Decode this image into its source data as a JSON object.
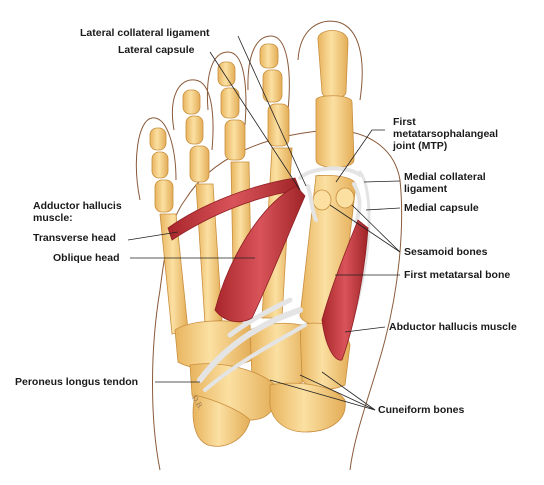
{
  "labels": {
    "lateral_collateral_ligament": "Lateral collateral ligament",
    "lateral_capsule": "Lateral capsule",
    "first_mtp_line1": "First",
    "first_mtp_line2": "metatarsophalangeal",
    "first_mtp_line3": "joint (MTP)",
    "medial_collateral_line1": "Medial collateral",
    "medial_collateral_line2": "ligament",
    "medial_capsule": "Medial capsule",
    "adductor_line1": "Adductor hallucis",
    "adductor_line2": "muscle:",
    "transverse_head": "Transverse head",
    "oblique_head": "Oblique head",
    "sesamoid_bones": "Sesamoid bones",
    "first_metatarsal_bone": "First metatarsal bone",
    "abductor_hallucis": "Abductor hallucis muscle",
    "peroneus_longus": "Peroneus longus tendon",
    "cuneiform_bones": "Cuneiform bones"
  },
  "artist_signature": "D.B.",
  "colors": {
    "bone": "#f2c879",
    "bone_shadow": "#d9a24e",
    "muscle": "#c6363a",
    "muscle_dark": "#8f1f24",
    "ligament": "#e4e4e4",
    "skin_outline": "#8a5a3a",
    "leader_line": "#222222"
  }
}
